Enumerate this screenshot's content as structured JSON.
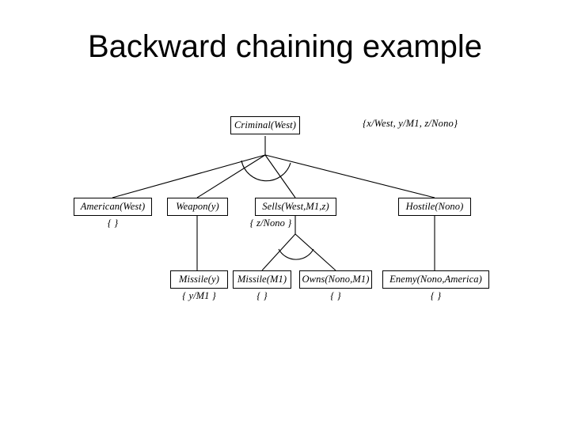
{
  "slide": {
    "title": "Backward chaining example",
    "background_color": "#ffffff",
    "text_color": "#000000"
  },
  "proof_tree": {
    "root_substitution": "{x/West, y/M1, z/Nono}",
    "nodes": [
      {
        "id": "criminal-west",
        "label": "Criminal(West)",
        "substitution": null,
        "level": 0
      },
      {
        "id": "american-west",
        "label": "American(West)",
        "substitution": "{ }",
        "level": 1
      },
      {
        "id": "weapon-y",
        "label": "Weapon(y)",
        "substitution": null,
        "level": 1
      },
      {
        "id": "sells-west-m1-z",
        "label": "Sells(West,M1,z)",
        "substitution": "{ z/Nono }",
        "level": 1
      },
      {
        "id": "hostile-nono",
        "label": "Hostile(Nono)",
        "substitution": null,
        "level": 1
      },
      {
        "id": "missile-y",
        "label": "Missile(y)",
        "substitution": "{ y/M1 }",
        "level": 2
      },
      {
        "id": "missile-m1",
        "label": "Missile(M1)",
        "substitution": "{ }",
        "level": 2
      },
      {
        "id": "owns-nono-m1",
        "label": "Owns(Nono,M1)",
        "substitution": "{ }",
        "level": 2
      },
      {
        "id": "enemy-nono-america",
        "label": "Enemy(Nono,America)",
        "substitution": "{ }",
        "level": 2
      }
    ],
    "edges": [
      {
        "from": "criminal-west",
        "to": "american-west",
        "conjunction": true
      },
      {
        "from": "criminal-west",
        "to": "weapon-y",
        "conjunction": true
      },
      {
        "from": "criminal-west",
        "to": "sells-west-m1-z",
        "conjunction": true
      },
      {
        "from": "criminal-west",
        "to": "hostile-nono",
        "conjunction": true
      },
      {
        "from": "weapon-y",
        "to": "missile-y",
        "conjunction": false
      },
      {
        "from": "sells-west-m1-z",
        "to": "missile-m1",
        "conjunction": true
      },
      {
        "from": "sells-west-m1-z",
        "to": "owns-nono-m1",
        "conjunction": true
      },
      {
        "from": "hostile-nono",
        "to": "enemy-nono-america",
        "conjunction": false
      }
    ]
  }
}
